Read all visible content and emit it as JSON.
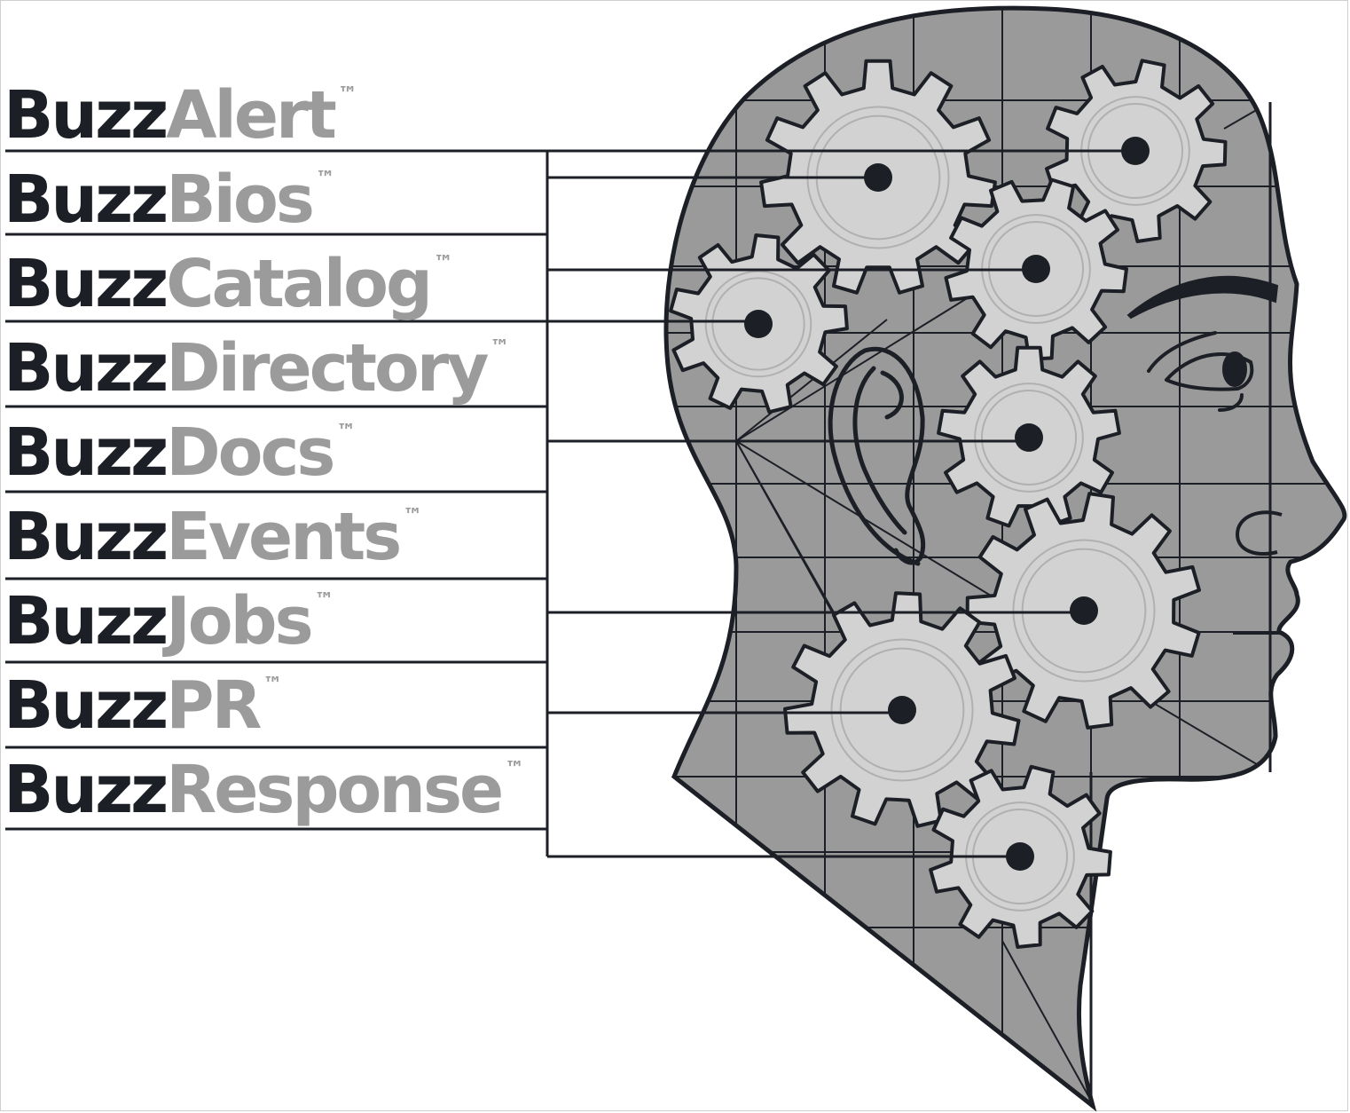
{
  "brand_prefix": "Buzz",
  "trademark": "™",
  "products": [
    {
      "suffix": "Alert"
    },
    {
      "suffix": "Bios"
    },
    {
      "suffix": "Catalog"
    },
    {
      "suffix": "Directory"
    },
    {
      "suffix": "Docs"
    },
    {
      "suffix": "Events"
    },
    {
      "suffix": "Jobs"
    },
    {
      "suffix": "PR"
    },
    {
      "suffix": "Response"
    }
  ],
  "colors": {
    "dark": "#1c1f26",
    "gray_text": "#9b9b9b",
    "head_fill": "#9a9a9a",
    "gear_fill": "#d2d2d2",
    "line": "#1c1f26"
  }
}
